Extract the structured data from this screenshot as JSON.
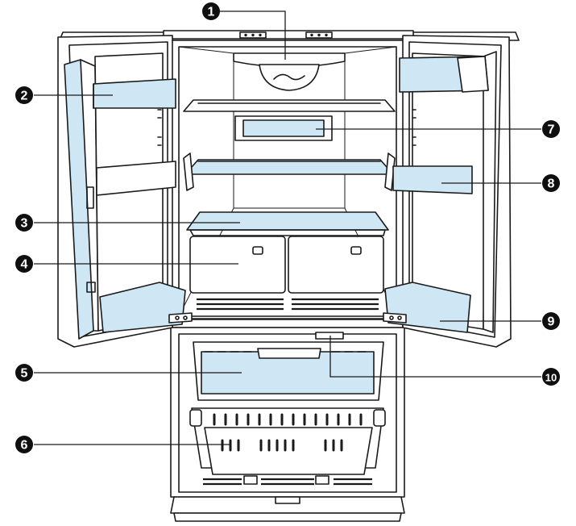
{
  "callouts": [
    {
      "id": "1",
      "label": "1"
    },
    {
      "id": "2",
      "label": "2"
    },
    {
      "id": "3",
      "label": "3"
    },
    {
      "id": "4",
      "label": "4"
    },
    {
      "id": "5",
      "label": "5"
    },
    {
      "id": "6",
      "label": "6"
    },
    {
      "id": "7",
      "label": "7"
    },
    {
      "id": "8",
      "label": "8"
    },
    {
      "id": "9",
      "label": "9"
    },
    {
      "id": "10",
      "label": "10"
    }
  ],
  "colors": {
    "highlight": "#cfe7f5",
    "outline": "#1a1a1a",
    "callout": "#0f0f0f"
  }
}
